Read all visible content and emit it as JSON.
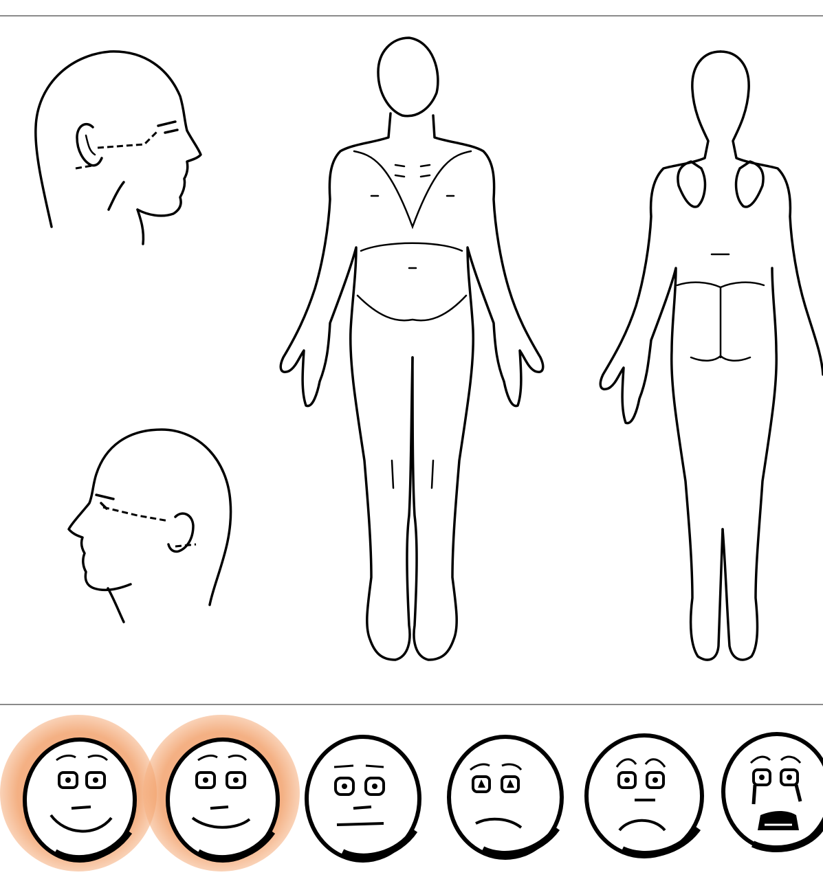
{
  "app": {
    "colors": {
      "divider": "#8a8a8a",
      "ink": "#000000",
      "selection_glow": "#f0a070",
      "background": "#ffffff"
    }
  },
  "figures": [
    {
      "id": "head-right",
      "icon": "head-profile-right-icon"
    },
    {
      "id": "head-left",
      "icon": "head-profile-left-icon"
    },
    {
      "id": "body-front",
      "icon": "body-front-icon"
    },
    {
      "id": "body-back",
      "icon": "body-back-icon"
    }
  ],
  "pain_scale": {
    "faces": [
      {
        "icon": "face-very-happy-icon",
        "selected": true
      },
      {
        "icon": "face-happy-icon",
        "selected": true
      },
      {
        "icon": "face-neutral-icon",
        "selected": false
      },
      {
        "icon": "face-sad-icon",
        "selected": false
      },
      {
        "icon": "face-very-sad-icon",
        "selected": false
      },
      {
        "icon": "face-crying-icon",
        "selected": false
      }
    ]
  }
}
